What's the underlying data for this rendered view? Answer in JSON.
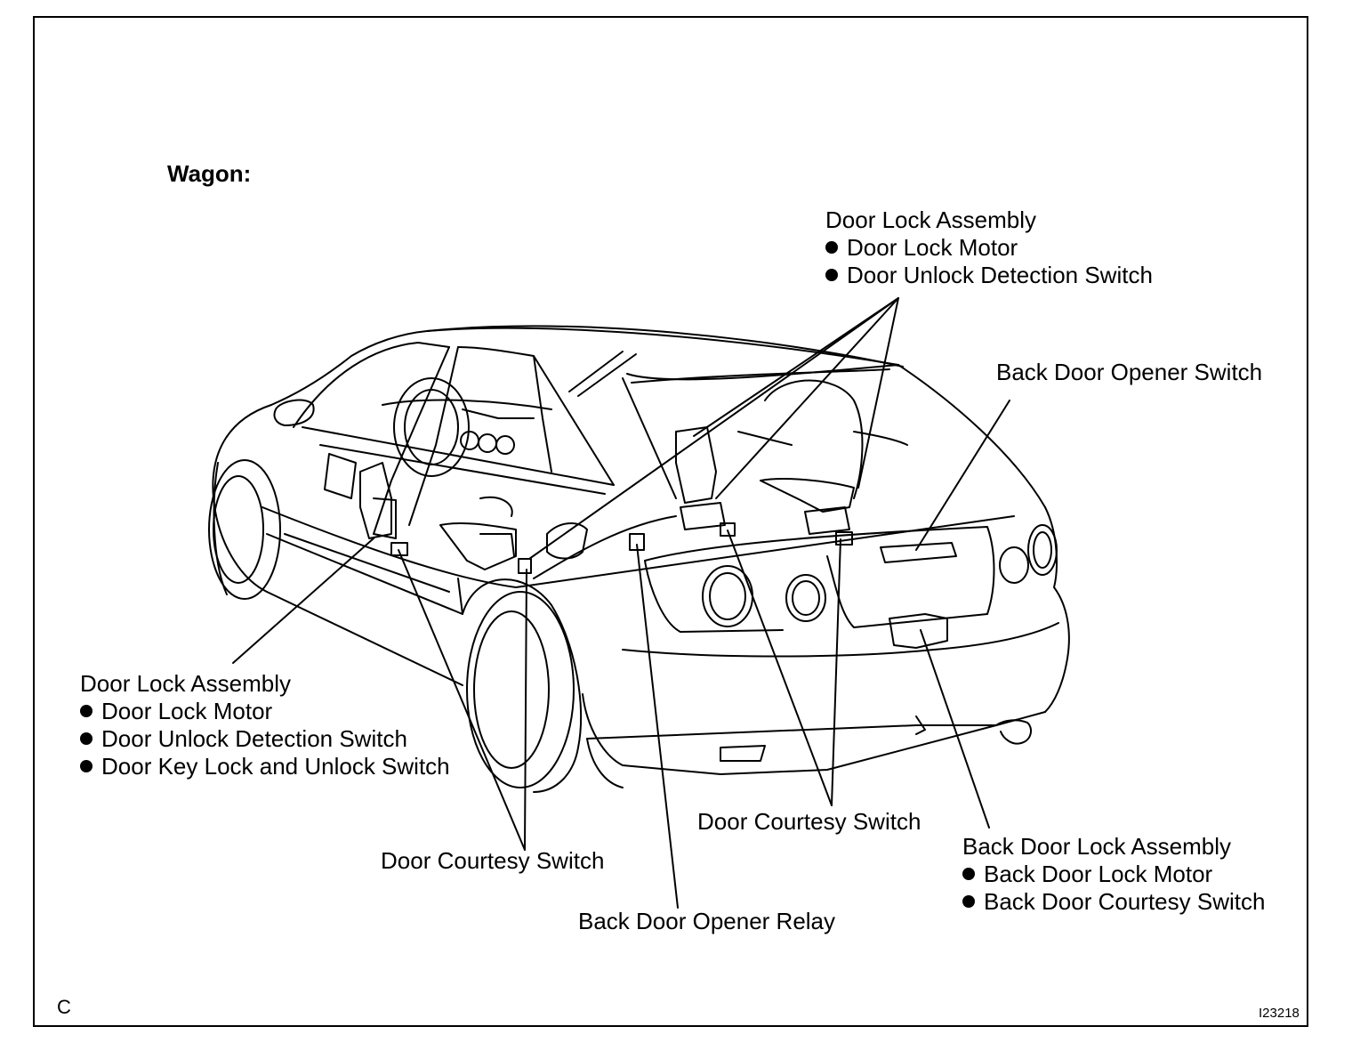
{
  "title": "Wagon:",
  "corner_letter": "C",
  "figure_id": "I23218",
  "callouts": {
    "door_lock_front_right": {
      "heading": "Door Lock Assembly",
      "items": [
        "Door Lock Motor",
        "Door Unlock Detection Switch"
      ]
    },
    "back_door_opener_switch": "Back Door Opener Switch",
    "door_lock_front_left": {
      "heading": "Door Lock Assembly",
      "items": [
        "Door Lock Motor",
        "Door Unlock Detection Switch",
        "Door Key Lock and Unlock Switch"
      ]
    },
    "door_courtesy_switch_left": "Door Courtesy Switch",
    "back_door_opener_relay": "Back Door Opener Relay",
    "door_courtesy_switch_right": "Door Courtesy Switch",
    "back_door_lock": {
      "heading": "Back Door Lock Assembly",
      "items": [
        "Back Door Lock Motor",
        "Back Door Courtesy Switch"
      ]
    }
  }
}
